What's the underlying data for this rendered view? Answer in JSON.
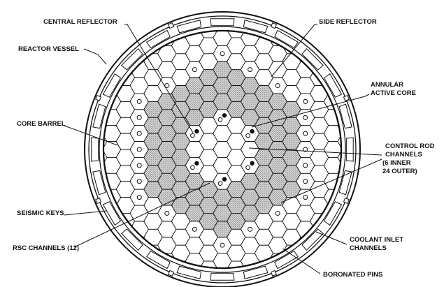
{
  "labels": {
    "central_reflector": "CENTRAL REFLECTOR",
    "side_reflector": "SIDE REFLECTOR",
    "reactor_vessel": "REACTOR VESSEL",
    "annular_active_core_1": "ANNULAR",
    "annular_active_core_2": "ACTIVE CORE",
    "core_barrel": "CORE BARREL",
    "control_rod_1": "CONTROL ROD",
    "control_rod_2": "CHANNELS",
    "control_rod_3": "(6 INNER",
    "control_rod_4": "24 OUTER)",
    "seismic_keys": "SEISMIC KEYS",
    "rsc_channels": "RSC CHANNELS (12)",
    "coolant_inlet_1": "COOLANT INLET",
    "coolant_inlet_2": "CHANNELS",
    "boronated_pins": "BORONATED PINS"
  }
}
